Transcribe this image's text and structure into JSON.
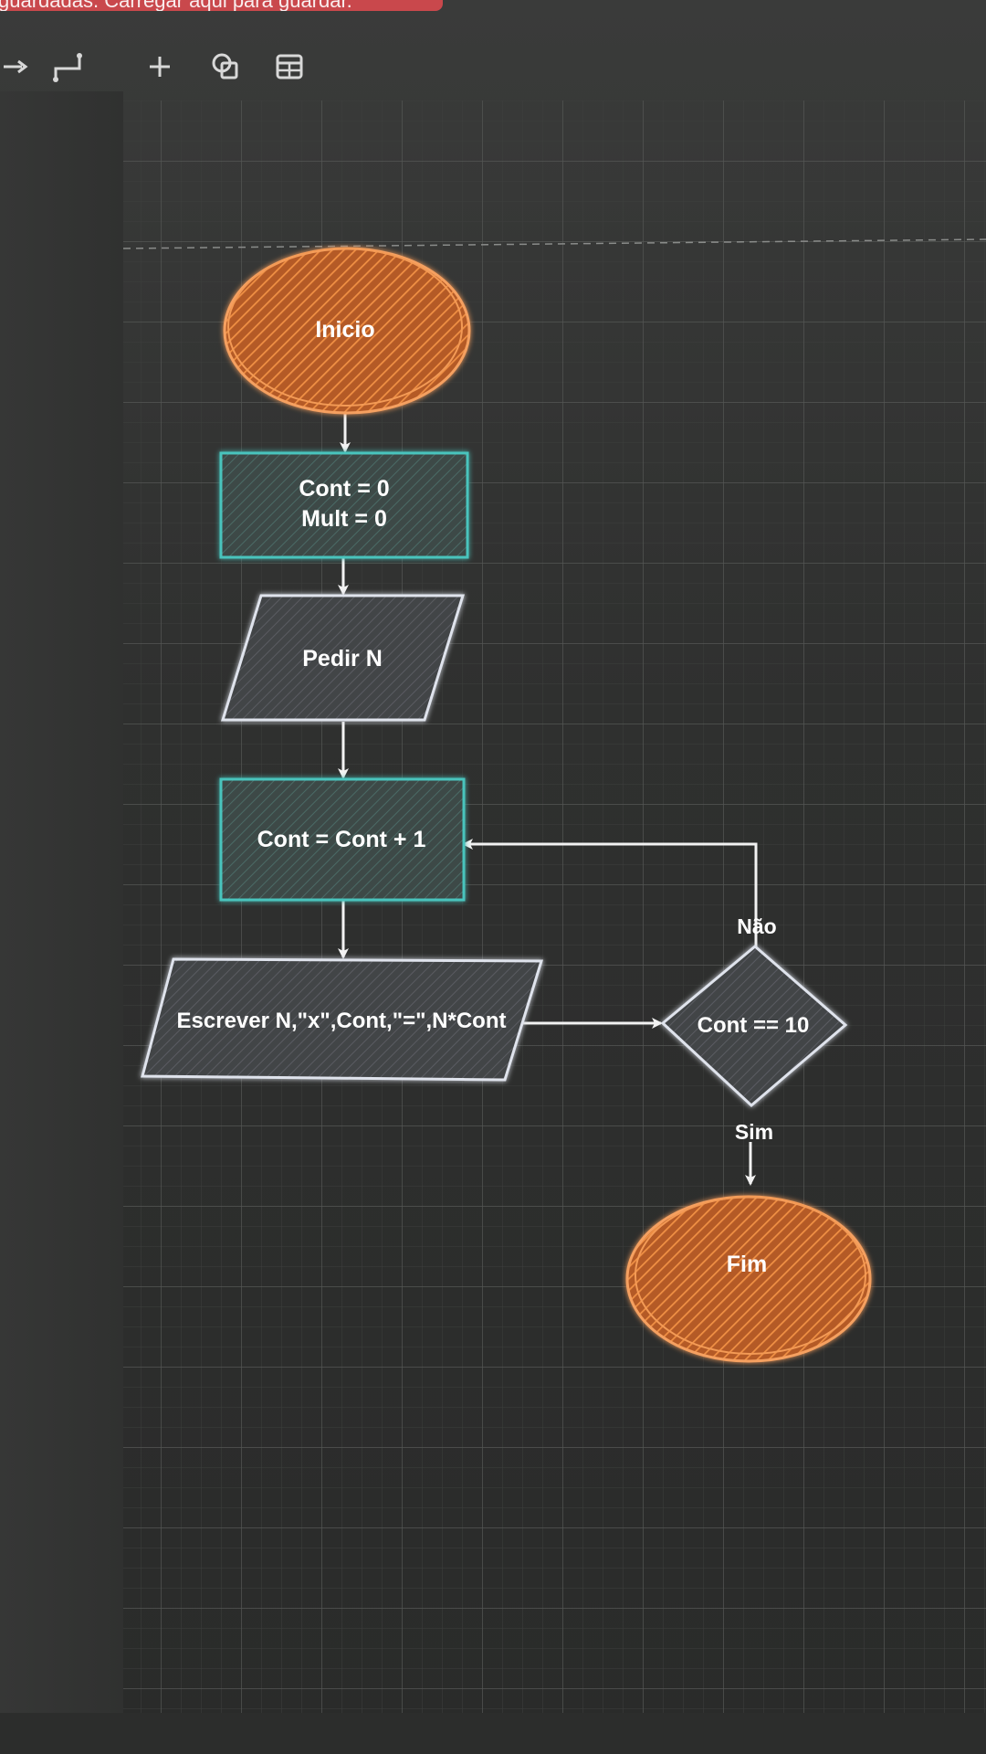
{
  "banner": {
    "text": "guardadas. Carregar aqui para guardar."
  },
  "toolbar": {
    "tools": [
      {
        "name": "connector-arrow-icon"
      },
      {
        "name": "waypoint-connector-icon"
      },
      {
        "name": "add-plus-icon"
      },
      {
        "name": "shapes-icon"
      },
      {
        "name": "table-icon"
      }
    ]
  },
  "flowchart": {
    "nodes": {
      "start": {
        "label": "Inicio",
        "shape": "ellipse",
        "color": "#e8823a"
      },
      "init": {
        "line1": "Cont = 0",
        "line2": "Mult = 0",
        "shape": "process",
        "color": "#3aa7a3"
      },
      "input": {
        "label": "Pedir N",
        "shape": "input-output",
        "color": "#9aa3b5"
      },
      "increment": {
        "label": "Cont = Cont + 1",
        "shape": "process",
        "color": "#3aa7a3"
      },
      "output": {
        "label": "Escrever N,\"x\",Cont,\"=\",N*Cont",
        "shape": "input-output",
        "color": "#9aa3b5"
      },
      "decision": {
        "label": "Cont == 10",
        "shape": "decision",
        "color": "#9aa3b5"
      },
      "end": {
        "label": "Fim",
        "shape": "ellipse",
        "color": "#e8823a"
      }
    },
    "edges": {
      "no_label": "Não",
      "yes_label": "Sim"
    }
  },
  "colors": {
    "canvas_bg": "#2b2c2b",
    "grid_line": "#4a4c4a",
    "edge": "#f2f2f2",
    "text": "#ffffff"
  }
}
